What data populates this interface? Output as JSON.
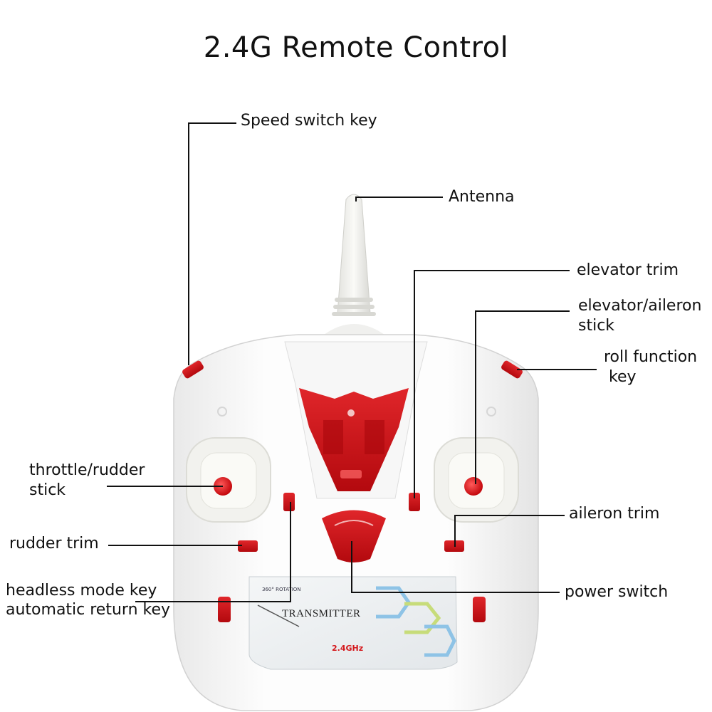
{
  "title": "2.4G Remote Control",
  "colors": {
    "body": "#fbfbfb",
    "accent_red": "#d4171b",
    "line": "#111111"
  },
  "callouts": {
    "speed_switch": "Speed switch key",
    "antenna": "Antenna",
    "elevator_trim": "elevator trim",
    "elevator_aileron_stick": [
      "elevator/aileron",
      "stick"
    ],
    "roll_function": [
      "roll function",
      " key"
    ],
    "throttle_rudder_stick": [
      "throttle/rudder",
      "stick"
    ],
    "rudder_trim": "rudder trim",
    "aileron_trim": "aileron trim",
    "headless_mode": "headless mode key",
    "auto_return": "automatic return key",
    "power_switch": "power switch"
  },
  "device": {
    "panel_text": "TRANSMITTER",
    "band_text": "2.4GHz",
    "badge_text": "360° ROTATION"
  }
}
